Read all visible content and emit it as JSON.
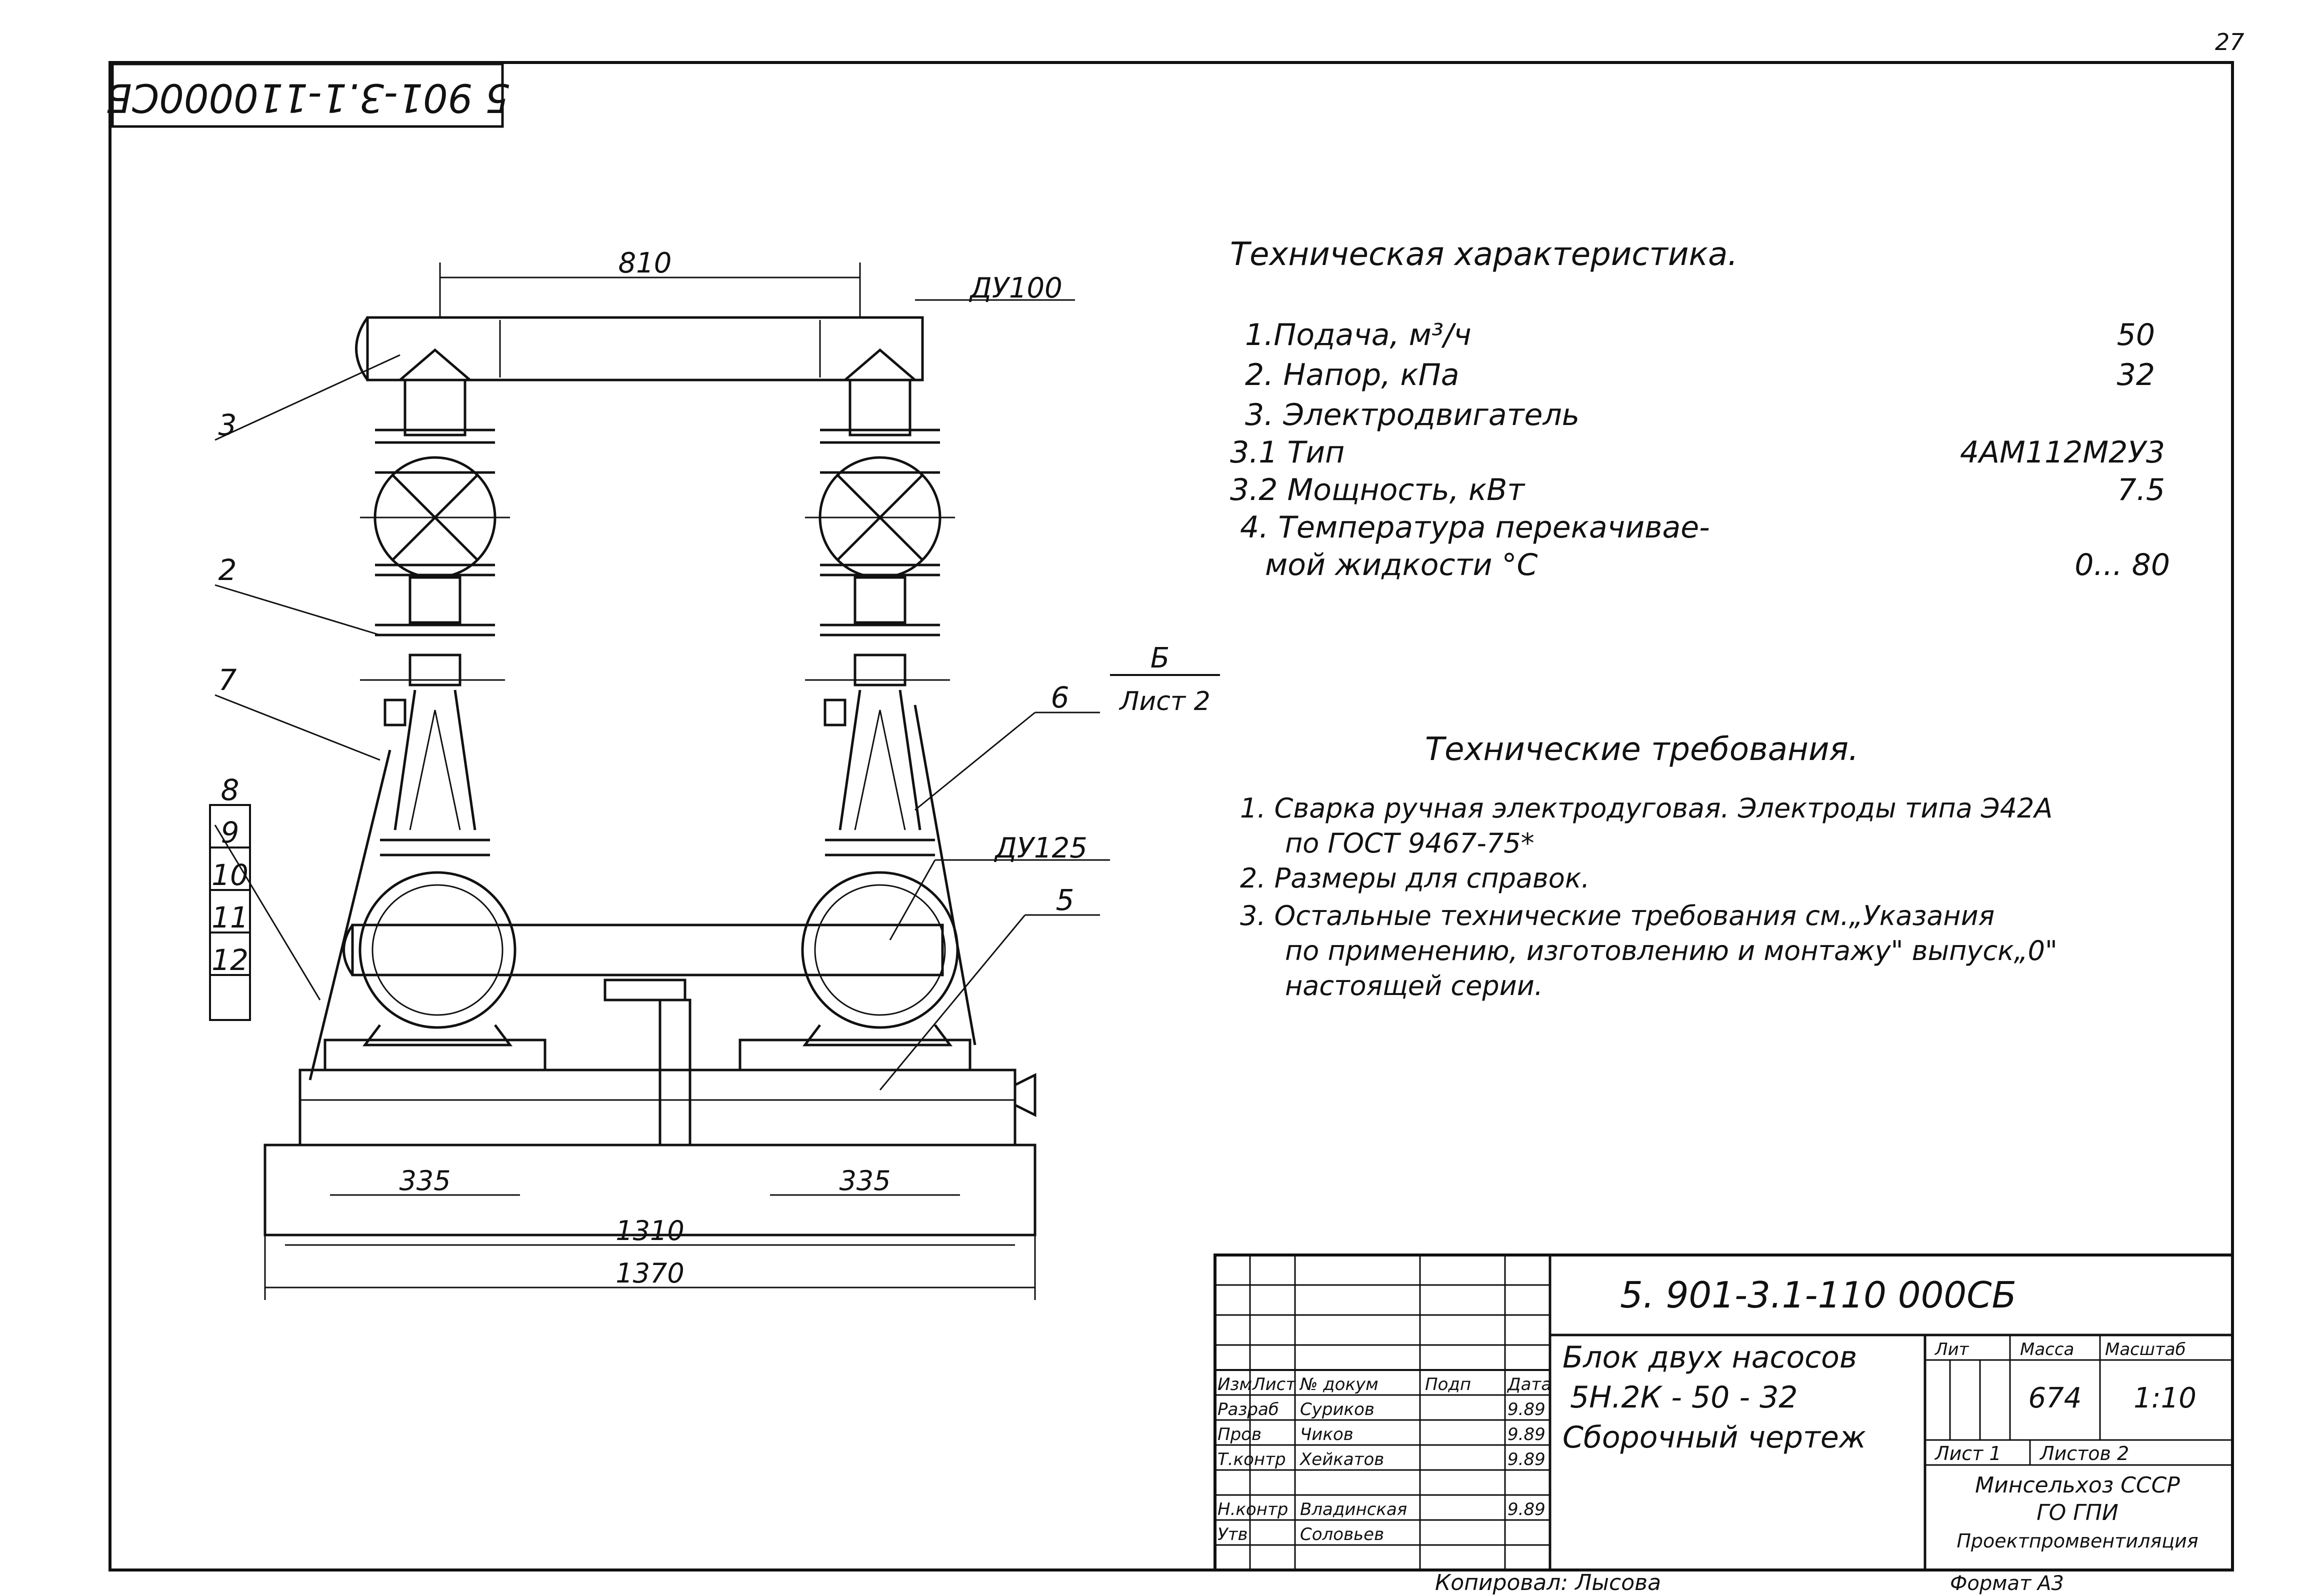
{
  "page_number": "27",
  "stamp_code": "5 901-3.1-110000СБ",
  "tech_chars": {
    "title": "Техническая характеристика.",
    "items": [
      {
        "label": "1.Подача, м³/ч",
        "value": "50"
      },
      {
        "label": "2. Напор, кПа",
        "value": "32"
      },
      {
        "label": "3. Электродвигатель",
        "value": ""
      },
      {
        "label": "3.1 Тип",
        "value": "4АМ112М2У3"
      },
      {
        "label": "3.2 Мощность, кВт",
        "value": "7.5"
      },
      {
        "label": "4. Температура перекачивае-",
        "value": ""
      },
      {
        "label": "мой жидкости °С",
        "value": "0... 80"
      }
    ]
  },
  "tech_reqs": {
    "title": "Технические требования.",
    "lines": [
      "1. Сварка ручная электродуговая. Электроды типа Э42А",
      "по ГОСТ 9467-75*",
      "2. Размеры для справок.",
      "3. Остальные технические требования см.„Указания",
      "по применению, изготовлению и монтажу\" выпуск„0\"",
      "настоящей серии."
    ]
  },
  "drawing": {
    "dims": {
      "top": "810",
      "base_left": "335",
      "base_right": "335",
      "inner": "1310",
      "outer": "1370"
    },
    "labels": {
      "dn_top": "ДУ100",
      "dn_mid": "ДУ125",
      "section": "Б",
      "section_sheet": "Лист 2"
    },
    "leaders": [
      "3",
      "2",
      "7",
      "8",
      "9",
      "10",
      "11",
      "12",
      "6",
      "5"
    ]
  },
  "title_block": {
    "doc_code": "5. 901-3.1-110 000СБ",
    "name_lines": [
      "Блок двух насосов",
      "5Н.2К - 50 - 32",
      "Сборочный чертеж"
    ],
    "col_headers": [
      "Изм",
      "Лист",
      "№ докум",
      "Подп",
      "Дата"
    ],
    "rows": [
      {
        "role": "Разраб",
        "name": "Суриков",
        "sign": "",
        "date": "9.89"
      },
      {
        "role": "Пров",
        "name": "Чиков",
        "sign": "",
        "date": "9.89"
      },
      {
        "role": "Т.контр",
        "name": "Хейкатов",
        "sign": "",
        "date": "9.89"
      },
      {
        "role": "Н.контр",
        "name": "Владинская",
        "sign": "",
        "date": "9.89"
      },
      {
        "role": "Утв",
        "name": "Соловьев",
        "sign": "",
        "date": ""
      }
    ],
    "lit_header": "Лит",
    "mass_header": "Масса",
    "scale_header": "Масштаб",
    "mass": "674",
    "scale": "1:10",
    "sheet_label": "Лист 1",
    "sheets_label": "Листов 2",
    "org_lines": [
      "Минсельхоз СССР",
      "ГО ГПИ",
      "Проектпромвентиляция"
    ],
    "copied": "Копировал: Лысова",
    "format": "Формат А3"
  }
}
